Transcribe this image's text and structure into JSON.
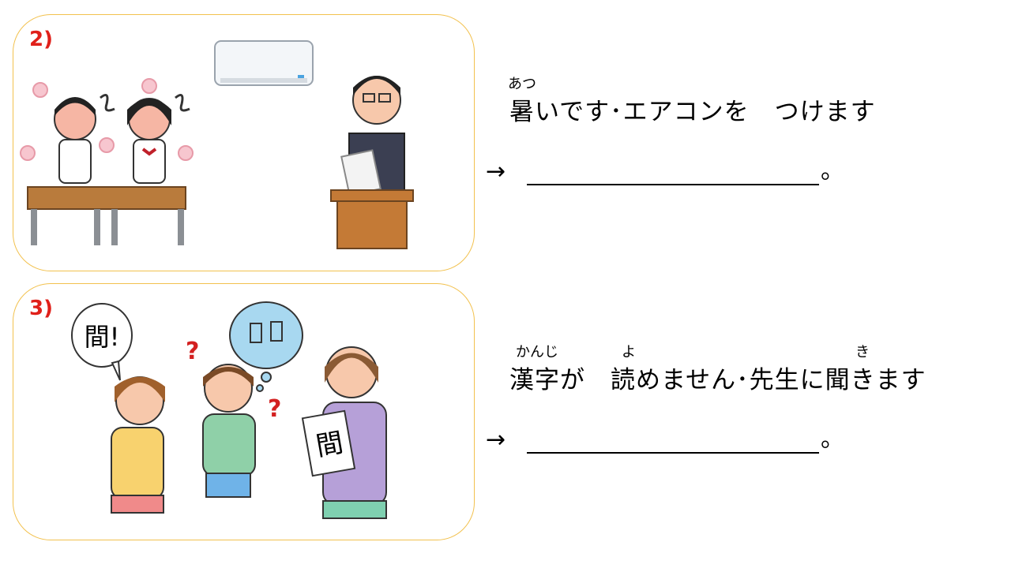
{
  "exercises": [
    {
      "number": "2)",
      "ruby": {
        "atsu": "あつ"
      },
      "sentence": "暑いです･エアコンを　つけます",
      "arrow": "→",
      "end_mark": "。",
      "illustration_text": {}
    },
    {
      "number": "3)",
      "ruby": {
        "kanji": "かんじ",
        "yo": "よ",
        "ki": "き"
      },
      "sentence": "漢字が　読めません･先生に聞きます",
      "arrow": "→",
      "end_mark": "。",
      "illustration_text": {
        "speech": "間!",
        "card": "間"
      }
    }
  ],
  "colors": {
    "card_border": "#f2c14e",
    "number": "#e0201a"
  }
}
